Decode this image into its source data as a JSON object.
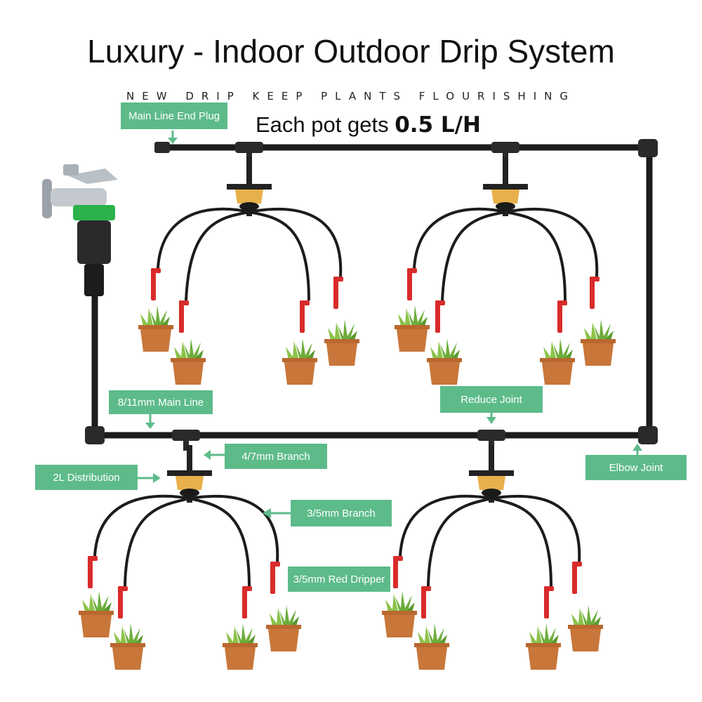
{
  "header": {
    "title": "Luxury - Indoor Outdoor Drip System",
    "subtitle": "NEW DRIP KEEP PLANTS FLOURISHING",
    "flow_prefix": "Each pot gets",
    "flow_value": "0.5 L/H"
  },
  "labels": {
    "end_plug": "Main Line End Plug",
    "main_line": "8/11mm Main Line",
    "reduce_joint": "Reduce Joint",
    "branch_47": "4/7mm Branch",
    "distribution": "2L Distribution",
    "elbow_joint": "Elbow Joint",
    "branch_35": "3/5mm Branch",
    "red_dripper": "3/5mm Red Dripper"
  },
  "colors": {
    "label_bg": "#5dbb8a",
    "pipe": "#1c1c1c",
    "dripper": "#d92b2b",
    "distributor": "#e8b04a",
    "pot": "#c8763a",
    "plant": "#6dad3a"
  }
}
